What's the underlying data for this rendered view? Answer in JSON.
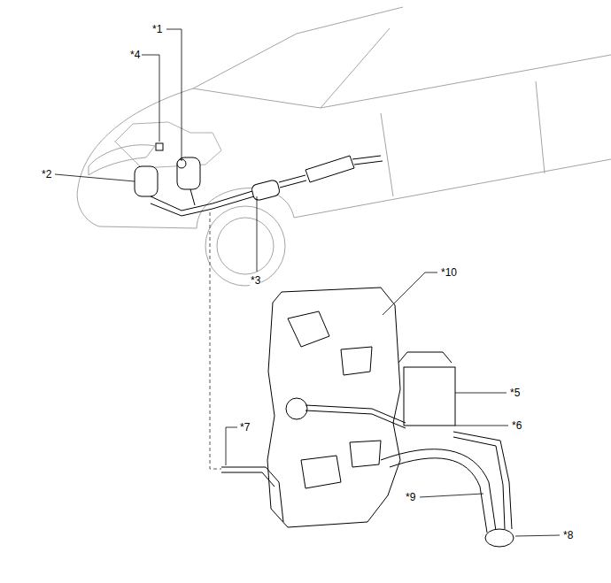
{
  "diagram": {
    "labels": [
      "*1",
      "*4",
      "*2",
      "*3",
      "*10",
      "*5",
      "*6",
      "*7",
      "*9",
      "*8"
    ]
  }
}
